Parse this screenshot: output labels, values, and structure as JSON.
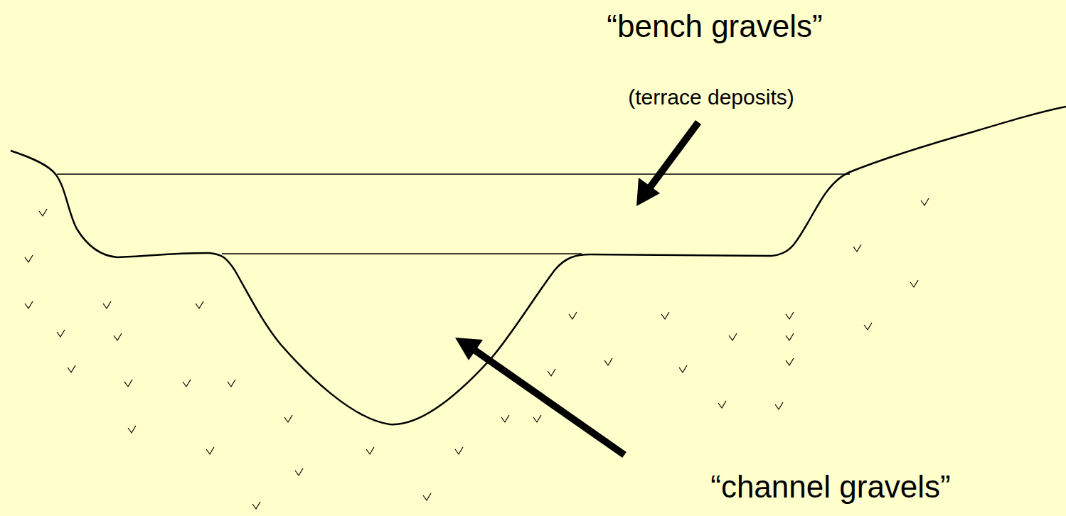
{
  "diagram": {
    "labels": [
      "“bench gravels”",
      "(terrace deposits)",
      "“channel gravels”"
    ]
  }
}
